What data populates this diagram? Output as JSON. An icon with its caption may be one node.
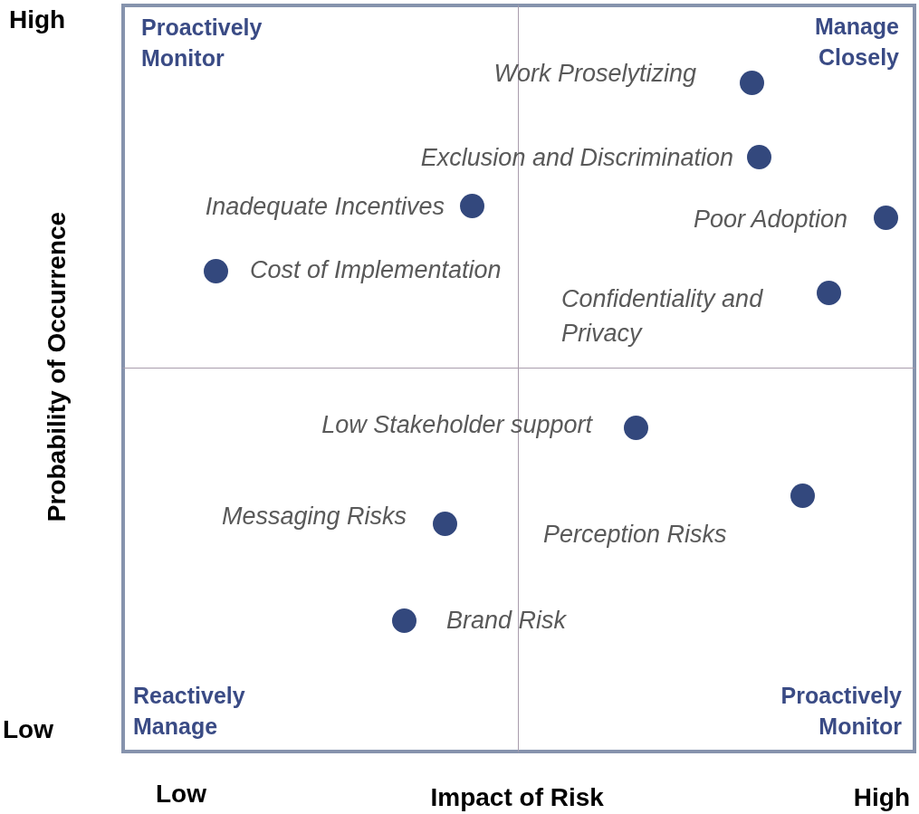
{
  "diagram": {
    "nodes": [
      {
        "text": [
          "Proactively Monitor"
        ]
      },
      {
        "text": [
          "Manage Closely"
        ]
      },
      {
        "text": [
          "Reactively Manage"
        ]
      },
      {
        "text": [
          "Proactively Monitor"
        ]
      },
      {
        "text": [],
        "shape": "circle",
        "in": 1,
        "beside": [
          "Work Proselytizing"
        ]
      },
      {
        "text": [],
        "shape": "circle",
        "in": 1,
        "beside": [
          "Exclusion and Discrimination"
        ]
      },
      {
        "text": [],
        "shape": "circle",
        "in": 0,
        "beside": [
          "Inadequate Incentives"
        ]
      },
      {
        "text": [],
        "shape": "circle",
        "in": 1,
        "beside": [
          "Poor Adoption"
        ]
      },
      {
        "text": [],
        "shape": "circle",
        "in": 0,
        "beside": [
          "Cost of Implementation"
        ]
      },
      {
        "text": [],
        "shape": "circle",
        "in": 1,
        "beside": [
          "Confidentiality and Privacy"
        ]
      },
      {
        "text": [],
        "shape": "circle",
        "in": 3,
        "beside": [
          "Low Stakeholder support"
        ]
      },
      {
        "text": [],
        "shape": "circle",
        "in": 3,
        "beside": [
          "Perception Risks"
        ]
      },
      {
        "text": [],
        "shape": "circle",
        "in": 2,
        "beside": [
          "Messaging Risks"
        ]
      },
      {
        "text": [],
        "shape": "circle",
        "in": 2,
        "beside": [
          "Brand Risk"
        ]
      }
    ],
    "edges": [],
    "labels": [
      "High",
      "Probability of Occurrence",
      "Low",
      "Low",
      "Impact of Risk",
      "High"
    ]
  }
}
